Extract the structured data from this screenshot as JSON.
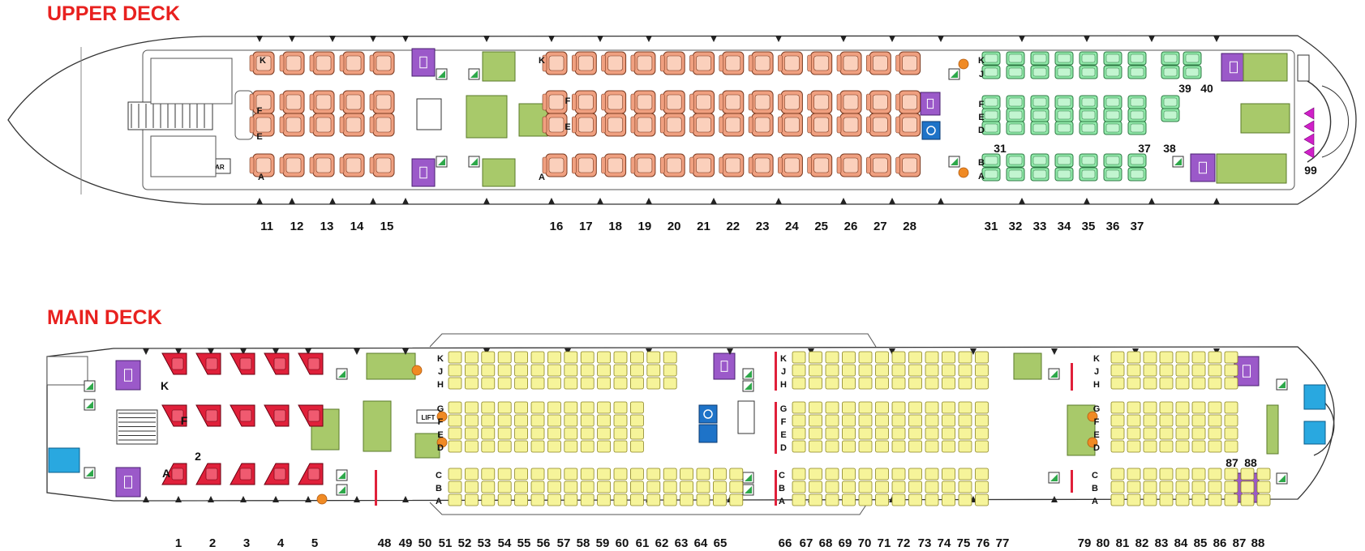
{
  "titles": {
    "upper": "UPPER DECK",
    "main": "MAIN DECK"
  },
  "labels": {
    "bar": "BAR",
    "lift": "LIFT"
  },
  "colors": {
    "title_red": "#e8211f",
    "business_seat": "#f0a080",
    "premium_seat": "#8fe8a8",
    "first_seat": "#e0203a",
    "economy_seat": "#f6f49a",
    "lavatory": "#9b59c9",
    "galley": "#a8c96a",
    "exit_marker": "#f08a24",
    "accessible": "#1e73c8",
    "crew_rest": "#29a8e0"
  },
  "upper_deck": {
    "business_front": {
      "rows": [
        "11",
        "12",
        "13",
        "14",
        "15"
      ],
      "letters_top": [
        "K"
      ],
      "letters_mid": [
        "F",
        "E"
      ],
      "letters_bot": [
        "A"
      ]
    },
    "business_rear": {
      "rows": [
        "16",
        "17",
        "18",
        "19",
        "20",
        "21",
        "22",
        "23",
        "24",
        "25",
        "26",
        "27",
        "28"
      ],
      "letters_top": [
        "K"
      ],
      "letters_mid": [
        "F",
        "E"
      ],
      "letters_bot": [
        "A"
      ]
    },
    "premium": {
      "rows": [
        "31",
        "32",
        "33",
        "34",
        "35",
        "36",
        "37"
      ],
      "letters": [
        "K",
        "J",
        "F",
        "E",
        "D",
        "B",
        "A"
      ],
      "extra_labels": [
        "39",
        "40",
        "31",
        "37",
        "38",
        "99"
      ]
    }
  },
  "main_deck": {
    "first": {
      "rows": [
        "1",
        "2",
        "3",
        "4",
        "5"
      ],
      "letters": [
        "K",
        "F",
        "A"
      ],
      "extra_label": "2"
    },
    "economy_front": {
      "rows": [
        "48",
        "49",
        "50",
        "51",
        "52",
        "53",
        "54",
        "55",
        "56",
        "57",
        "58",
        "59",
        "60",
        "61",
        "62",
        "63",
        "64",
        "65"
      ],
      "letters_top": [
        "K",
        "J",
        "H"
      ],
      "letters_mid": [
        "G",
        "F",
        "E",
        "D"
      ],
      "letters_bot": [
        "C",
        "B",
        "A"
      ]
    },
    "economy_mid": {
      "rows": [
        "66",
        "67",
        "68",
        "69",
        "70",
        "71",
        "72",
        "73",
        "74",
        "75",
        "76",
        "77"
      ],
      "letters_top": [
        "K",
        "J",
        "H"
      ],
      "letters_mid": [
        "G",
        "F",
        "E",
        "D"
      ],
      "letters_bot": [
        "C",
        "B",
        "A"
      ]
    },
    "economy_rear": {
      "rows": [
        "79",
        "80",
        "81",
        "82",
        "83",
        "84",
        "85",
        "86",
        "87",
        "88"
      ],
      "letters_top": [
        "K",
        "J",
        "H"
      ],
      "letters_mid": [
        "G",
        "F",
        "E",
        "D"
      ],
      "letters_bot": [
        "C",
        "B",
        "A"
      ],
      "extra_labels": [
        "87",
        "88"
      ]
    }
  }
}
